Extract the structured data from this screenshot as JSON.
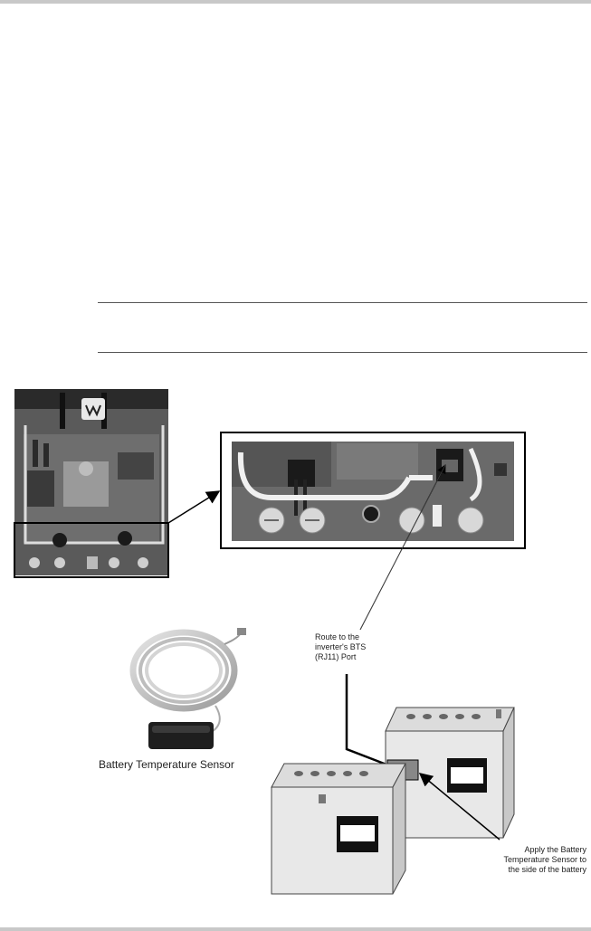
{
  "figure": {
    "route_label": [
      "Route to the",
      "inverter's BTS",
      "(RJ11) Port"
    ],
    "sensor_caption": "Battery Temperature Sensor",
    "apply_label": [
      "Apply the Battery",
      "Temperature Sensor to",
      "the side of the battery"
    ]
  }
}
